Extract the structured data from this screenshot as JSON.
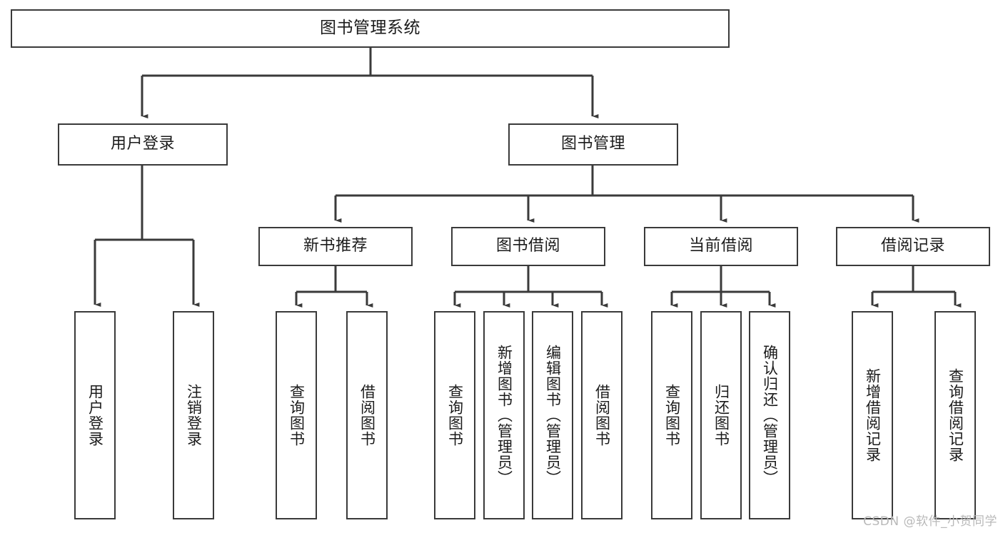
{
  "diagram": {
    "type": "tree",
    "title": "图书管理系统",
    "orientation": "top-down",
    "colors": {
      "box_border": "#3a3a3a",
      "box_fill": "#ffffff",
      "edge": "#3a3a3a",
      "text": "#1b1b1b",
      "watermark": "#b9b9b9",
      "background": "#ffffff"
    },
    "root": {
      "id": "root",
      "label": "图书管理系统",
      "orientation": "horizontal"
    },
    "level2": [
      {
        "id": "user-login",
        "label": "用户登录",
        "orientation": "horizontal"
      },
      {
        "id": "book-manage",
        "label": "图书管理",
        "orientation": "horizontal"
      }
    ],
    "level3": [
      {
        "id": "new-book-recommend",
        "label": "新书推荐",
        "orientation": "horizontal",
        "parent": "book-manage"
      },
      {
        "id": "book-borrow",
        "label": "图书借阅",
        "orientation": "horizontal",
        "parent": "book-manage"
      },
      {
        "id": "current-borrow",
        "label": "当前借阅",
        "orientation": "horizontal",
        "parent": "book-manage"
      },
      {
        "id": "borrow-record",
        "label": "借阅记录",
        "orientation": "horizontal",
        "parent": "book-manage"
      }
    ],
    "leaves": [
      {
        "id": "leaf-user-login",
        "label": "用户登录",
        "orientation": "vertical",
        "parent": "user-login"
      },
      {
        "id": "leaf-user-logout",
        "label": "注销登录",
        "orientation": "vertical",
        "parent": "user-login"
      },
      {
        "id": "leaf-query-book-1",
        "label": "查询图书",
        "orientation": "vertical",
        "parent": "new-book-recommend"
      },
      {
        "id": "leaf-borrow-book-1",
        "label": "借阅图书",
        "orientation": "vertical",
        "parent": "new-book-recommend"
      },
      {
        "id": "leaf-query-book-2",
        "label": "查询图书",
        "orientation": "vertical",
        "parent": "book-borrow"
      },
      {
        "id": "leaf-add-book",
        "label": "新增图书（管理员）",
        "orientation": "vertical",
        "parent": "book-borrow"
      },
      {
        "id": "leaf-edit-book",
        "label": "编辑图书（管理员）",
        "orientation": "vertical",
        "parent": "book-borrow"
      },
      {
        "id": "leaf-borrow-book-2",
        "label": "借阅图书",
        "orientation": "vertical",
        "parent": "book-borrow"
      },
      {
        "id": "leaf-query-book-3",
        "label": "查询图书",
        "orientation": "vertical",
        "parent": "current-borrow"
      },
      {
        "id": "leaf-return-book",
        "label": "归还图书",
        "orientation": "vertical",
        "parent": "current-borrow"
      },
      {
        "id": "leaf-confirm-return",
        "label": "确认归还（管理员）",
        "orientation": "vertical",
        "parent": "current-borrow"
      },
      {
        "id": "leaf-add-record",
        "label": "新增借阅记录",
        "orientation": "vertical",
        "parent": "borrow-record"
      },
      {
        "id": "leaf-query-record",
        "label": "查询借阅记录",
        "orientation": "vertical",
        "parent": "borrow-record"
      }
    ]
  },
  "watermark": {
    "text": "CSDN @软件_小贺同学"
  }
}
